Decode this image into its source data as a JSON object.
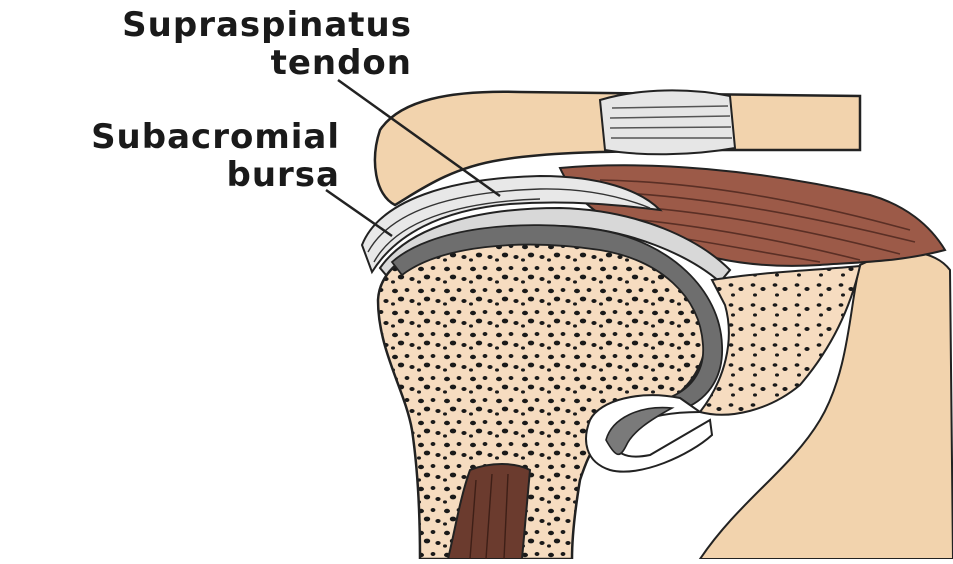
{
  "labels": {
    "supraspinatus_line1": "Supraspinatus",
    "supraspinatus_line2": "tendon",
    "bursa_line1": "Subacromial",
    "bursa_line2": "bursa"
  },
  "colors": {
    "skin": "#f2d3ad",
    "bone": "#f6dcc0",
    "cartilage": "#6e6e6e",
    "muscle": "#9c5a48",
    "tendon": "#d8d8d8",
    "outline": "#222222"
  }
}
